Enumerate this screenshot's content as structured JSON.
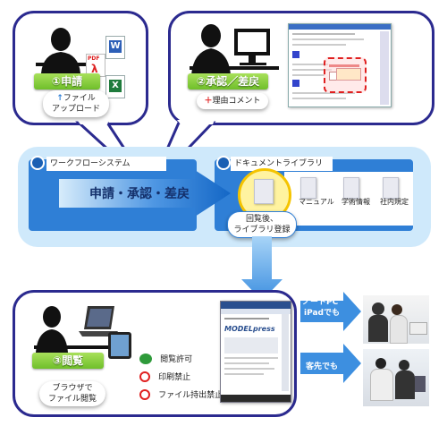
{
  "step1": {
    "label": "①申請",
    "note_arrow": "↑",
    "note_line1": "ファイル",
    "note_line2": "アップロード"
  },
  "step2": {
    "label": "②承認／差戻",
    "note_plus": "＋",
    "note_text": "理由コメント"
  },
  "step3": {
    "label": "③閲覧",
    "note_line1": "ブラウザで",
    "note_line2": "ファイル閲覧"
  },
  "workflow": {
    "title": "ワークフローシステム",
    "flow_text": "申請・承認・差戻"
  },
  "library": {
    "title": "ドキュメントライブラリ",
    "register_line1": "回覧後、",
    "register_line2": "ライブラリ登録",
    "categories": [
      "マニュアル",
      "学術情報",
      "社内規定"
    ]
  },
  "permissions": [
    {
      "icon": "glasses-icon",
      "label": "閲覧許可"
    },
    {
      "icon": "no-print-icon",
      "label": "印刷禁止"
    },
    {
      "icon": "no-carry-icon",
      "label": "ファイル持出禁止"
    }
  ],
  "devices": [
    {
      "label_line1": "ノートPC",
      "label_line2": "iPadでも"
    },
    {
      "label_line1": "客先でも",
      "label_line2": ""
    }
  ],
  "viewer": {
    "brand": "MODELpress"
  },
  "colors": {
    "navy": "#2b2a8f",
    "sky": "#cfe9fb",
    "blue": "#2f7fd6",
    "green": "#7cc832",
    "red": "#e02020"
  }
}
